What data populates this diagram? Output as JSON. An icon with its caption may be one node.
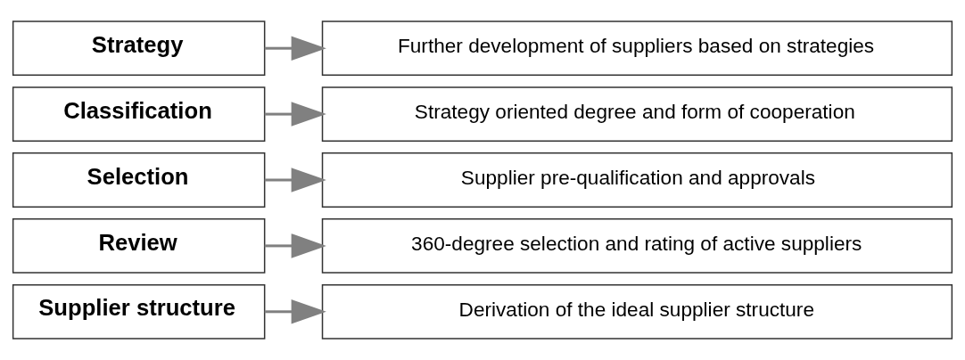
{
  "diagram": {
    "nodes": [
      {
        "text": [
          "Supplier structure"
        ]
      },
      {
        "text": [
          "Derivation of the ideal supplier structure"
        ]
      },
      {
        "text": [
          "Review"
        ]
      },
      {
        "text": [
          "360-degree selection and rating of active suppliers"
        ]
      },
      {
        "text": [
          "Selection"
        ]
      },
      {
        "text": [
          "Supplier pre-qualification and approvals"
        ]
      },
      {
        "text": [
          "Classification"
        ]
      },
      {
        "text": [
          "Strategy oriented degree and form of cooperation"
        ]
      },
      {
        "text": [
          "Strategy"
        ]
      },
      {
        "text": [
          "Further development of suppliers based on strategies"
        ]
      }
    ],
    "edges": [
      {
        "from": 0,
        "to": 1,
        "arrow": "to"
      },
      {
        "from": 2,
        "to": 3,
        "arrow": "to"
      },
      {
        "from": 4,
        "to": 5,
        "arrow": "to"
      },
      {
        "from": 6,
        "to": 7,
        "arrow": "to"
      },
      {
        "from": 8,
        "to": 9,
        "arrow": "to"
      }
    ]
  }
}
